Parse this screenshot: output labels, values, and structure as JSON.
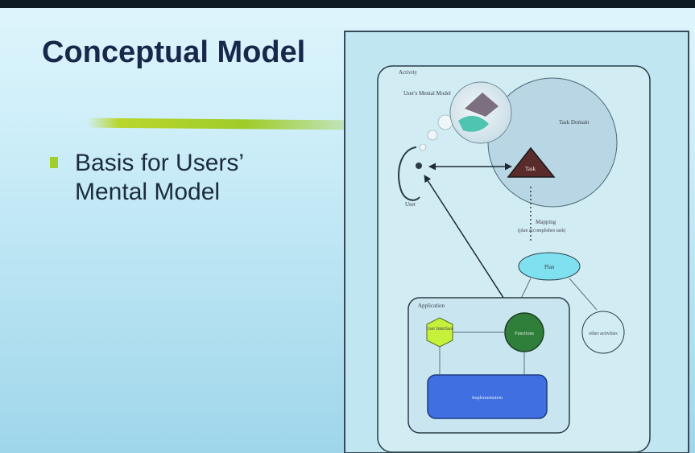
{
  "slide": {
    "title": "Conceptual Model",
    "bullet": "Basis for Users’ Mental Model"
  },
  "diagram": {
    "activity_label": "Activity",
    "mental_model_label": "User's Mental Model",
    "task_domain_label": "Task Domain",
    "task_label": "Task",
    "user_label": "User",
    "mapping_label": "Mapping",
    "mapping_sub": "(plan accomplishes task)",
    "plan_label": "Plan",
    "application_label": "Application",
    "ui_label": "User Interface",
    "functions_label": "Functions",
    "implementation_label": "Implementation",
    "other_label": "other activities"
  },
  "colors": {
    "title": "#17284a",
    "bullet": "#9fcf2d",
    "task": "#5a2b2b",
    "plan": "#7fe0f0",
    "functions": "#2f7f3b",
    "ui": "#c7f03a",
    "implementation": "#3f6fe0"
  }
}
